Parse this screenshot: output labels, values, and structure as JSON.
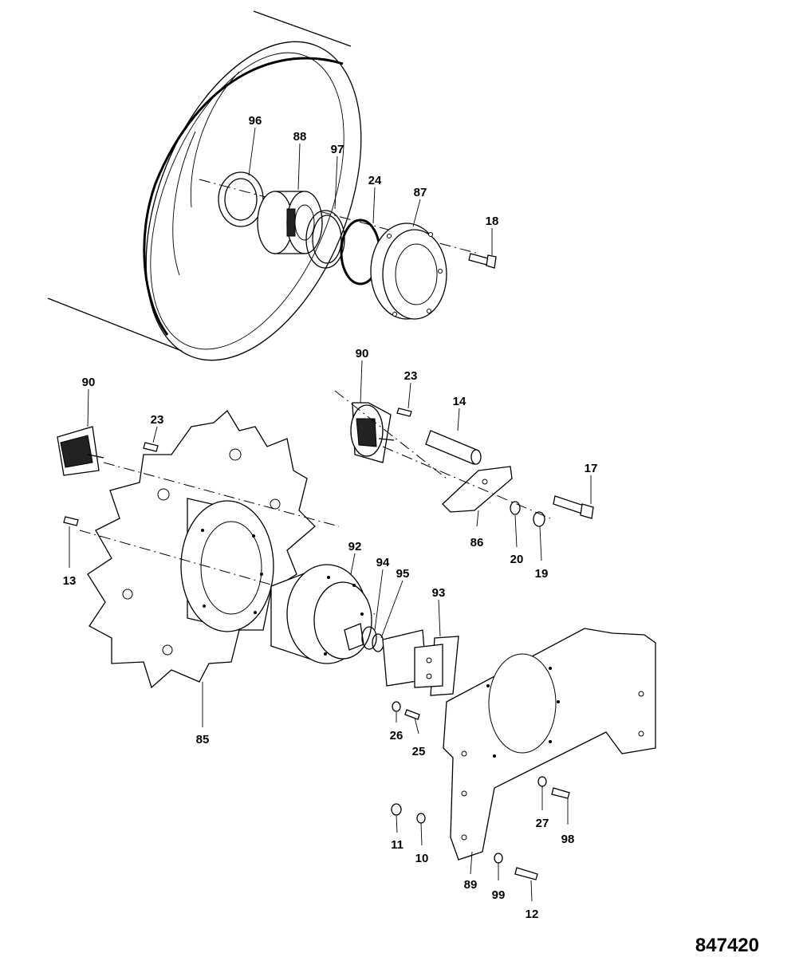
{
  "drawing_number": "847420",
  "callouts": [
    {
      "id": "c96",
      "text": "96"
    },
    {
      "id": "c88",
      "text": "88"
    },
    {
      "id": "c97",
      "text": "97"
    },
    {
      "id": "c24",
      "text": "24"
    },
    {
      "id": "c87",
      "text": "87"
    },
    {
      "id": "c18",
      "text": "18"
    },
    {
      "id": "c90a",
      "text": "90"
    },
    {
      "id": "c23a",
      "text": "23"
    },
    {
      "id": "c14",
      "text": "14"
    },
    {
      "id": "c17",
      "text": "17"
    },
    {
      "id": "c86",
      "text": "86"
    },
    {
      "id": "c20",
      "text": "20"
    },
    {
      "id": "c19",
      "text": "19"
    },
    {
      "id": "c90b",
      "text": "90"
    },
    {
      "id": "c23b",
      "text": "23"
    },
    {
      "id": "c13",
      "text": "13"
    },
    {
      "id": "c92",
      "text": "92"
    },
    {
      "id": "c94",
      "text": "94"
    },
    {
      "id": "c95",
      "text": "95"
    },
    {
      "id": "c93",
      "text": "93"
    },
    {
      "id": "c85",
      "text": "85"
    },
    {
      "id": "c26",
      "text": "26"
    },
    {
      "id": "c25",
      "text": "25"
    },
    {
      "id": "c27",
      "text": "27"
    },
    {
      "id": "c98",
      "text": "98"
    },
    {
      "id": "c11",
      "text": "11"
    },
    {
      "id": "c10",
      "text": "10"
    },
    {
      "id": "c89",
      "text": "89"
    },
    {
      "id": "c99",
      "text": "99"
    },
    {
      "id": "c12",
      "text": "12"
    }
  ]
}
